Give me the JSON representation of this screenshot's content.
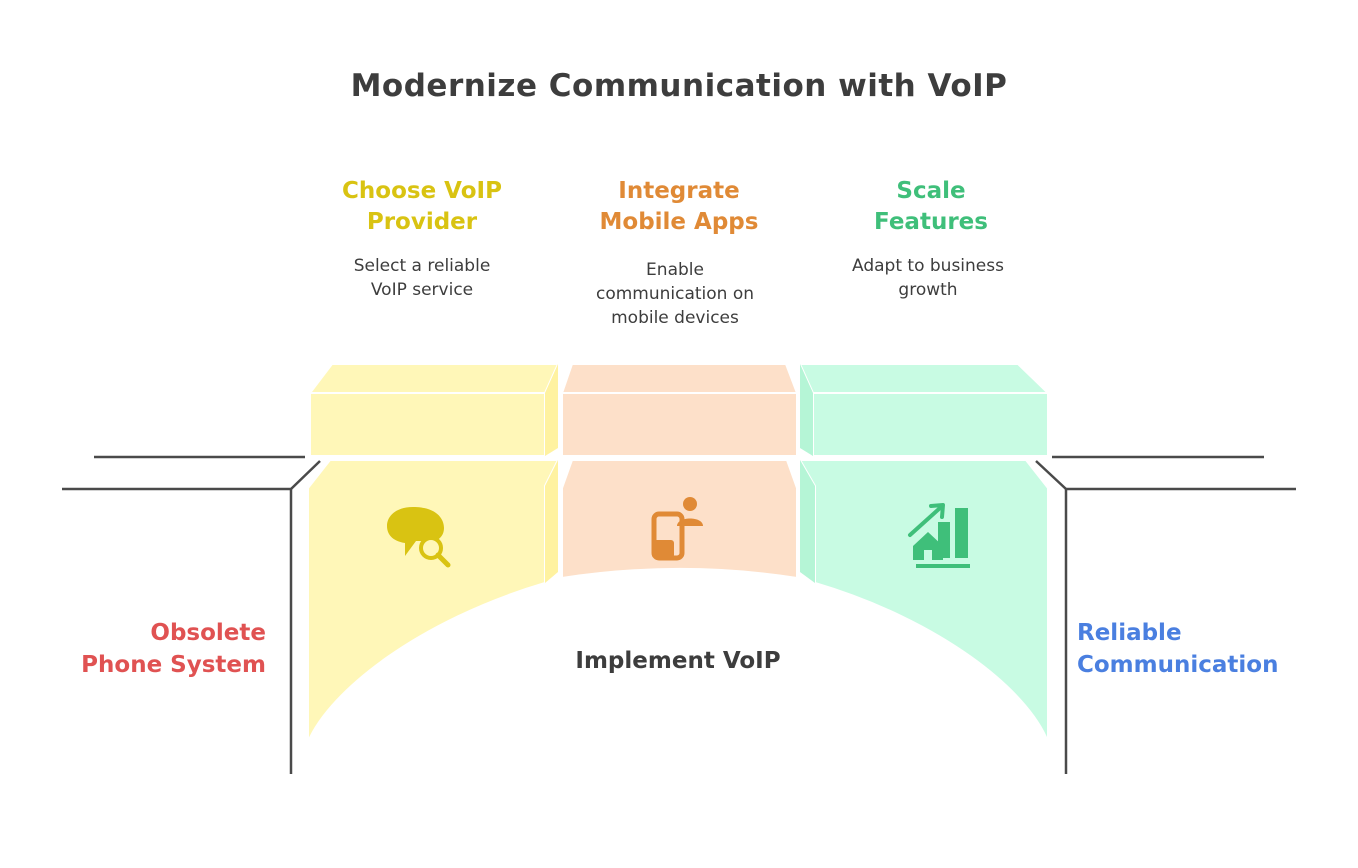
{
  "title": "Modernize Communication with VoIP",
  "center_label": "Implement VoIP",
  "left_label": [
    "Obsolete",
    "Phone System"
  ],
  "right_label": [
    "Reliable",
    "Communication"
  ],
  "steps": [
    {
      "title": [
        "Choose VoIP",
        "Provider"
      ],
      "desc": [
        "Select a reliable",
        "VoIP service"
      ],
      "icon": "chat-search-icon",
      "color": "#d9c312",
      "fill": "#fff7b8"
    },
    {
      "title": [
        "Integrate",
        "Mobile Apps"
      ],
      "desc": [
        "Enable",
        "communication on",
        "mobile devices"
      ],
      "icon": "mobile-user-icon",
      "color": "#e08a36",
      "fill": "#fde0c9"
    },
    {
      "title": [
        "Scale",
        "Features"
      ],
      "desc": [
        "Adapt to business",
        "growth"
      ],
      "icon": "growth-chart-icon",
      "color": "#3fbf7a",
      "fill": "#c8fbe3"
    }
  ],
  "colors": {
    "left_label": "#e05252",
    "right_label": "#4a7fe0",
    "text": "#3d3d3d",
    "lines": "#4a4a4a"
  }
}
